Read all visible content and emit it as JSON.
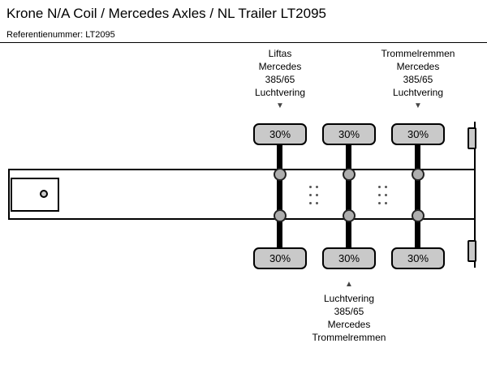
{
  "header": {
    "title": "Krone N/A Coil / Mercedes Axles / NL Trailer LT2095",
    "reference": "Referentienummer: LT2095"
  },
  "diagram": {
    "annotation_top_left": {
      "lines": [
        "Liftas",
        "Mercedes",
        "385/65",
        "Luchtvering"
      ],
      "arrow": "▼"
    },
    "annotation_top_right": {
      "lines": [
        "Trommelremmen",
        "Mercedes",
        "385/65",
        "Luchtvering"
      ],
      "arrow": "▼"
    },
    "annotation_bottom": {
      "arrow": "▲",
      "lines": [
        "Luchtvering",
        "385/65",
        "Mercedes",
        "Trommelremmen"
      ]
    },
    "axles": [
      {
        "top_tire": "30%",
        "bottom_tire": "30%"
      },
      {
        "top_tire": "30%",
        "bottom_tire": "30%"
      },
      {
        "top_tire": "30%",
        "bottom_tire": "30%"
      }
    ],
    "colors": {
      "tire_fill": "#c9c9c9",
      "line": "#000000",
      "background": "#ffffff"
    }
  }
}
